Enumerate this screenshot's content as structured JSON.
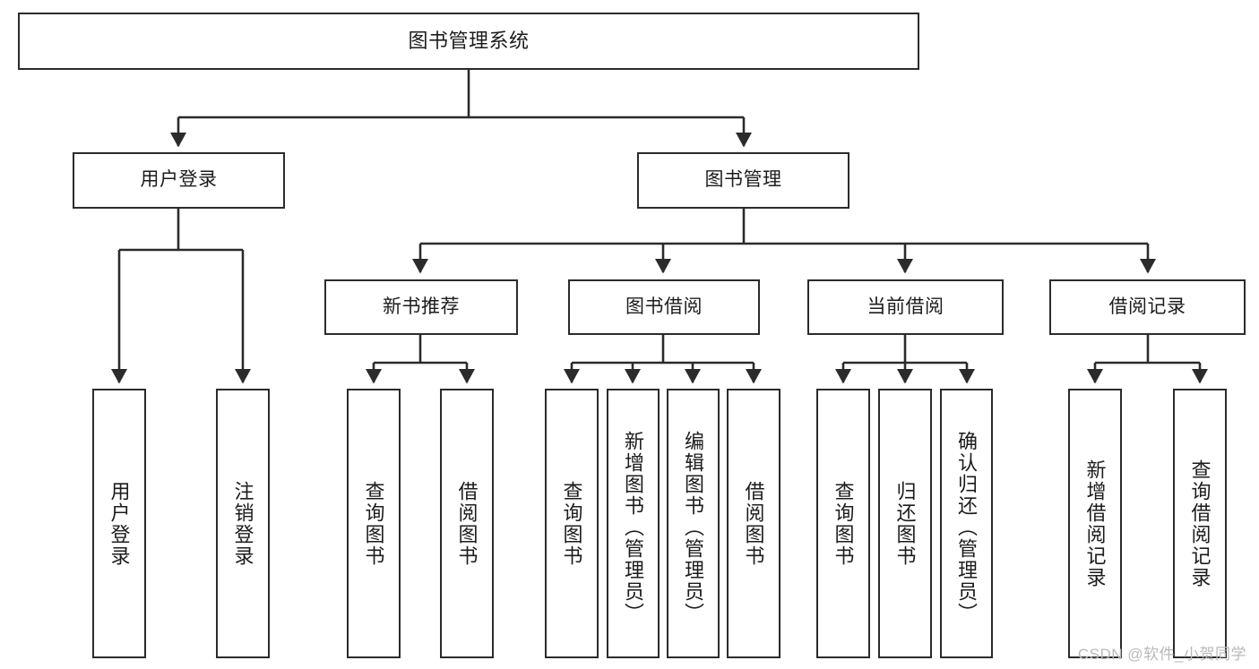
{
  "diagram": {
    "title": "图书管理系统",
    "type": "tree",
    "levels": {
      "root": {
        "id": "root",
        "label": "图书管理系统"
      },
      "level2": [
        {
          "id": "user-login",
          "label": "用户登录"
        },
        {
          "id": "book-manage",
          "label": "图书管理"
        }
      ],
      "level3": [
        {
          "id": "new-book-rec",
          "label": "新书推荐",
          "parent": "book-manage"
        },
        {
          "id": "book-borrow",
          "label": "图书借阅",
          "parent": "book-manage"
        },
        {
          "id": "current-borrow",
          "label": "当前借阅",
          "parent": "book-manage"
        },
        {
          "id": "borrow-record",
          "label": "借阅记录",
          "parent": "book-manage"
        }
      ],
      "leaves": [
        {
          "id": "leaf-user-login",
          "label": "用户登录",
          "parent": "user-login"
        },
        {
          "id": "leaf-user-logout",
          "label": "注销登录",
          "parent": "user-login"
        },
        {
          "id": "leaf-query-book-1",
          "label": "查询图书",
          "parent": "new-book-rec"
        },
        {
          "id": "leaf-borrow-book-1",
          "label": "借阅图书",
          "parent": "new-book-rec"
        },
        {
          "id": "leaf-query-book-2",
          "label": "查询图书",
          "parent": "book-borrow"
        },
        {
          "id": "leaf-add-book",
          "label": "新增图书（管理员）",
          "parent": "book-borrow"
        },
        {
          "id": "leaf-edit-book",
          "label": "编辑图书（管理员）",
          "parent": "book-borrow"
        },
        {
          "id": "leaf-borrow-book-2",
          "label": "借阅图书",
          "parent": "book-borrow"
        },
        {
          "id": "leaf-query-book-3",
          "label": "查询图书",
          "parent": "current-borrow"
        },
        {
          "id": "leaf-return-book",
          "label": "归还图书",
          "parent": "current-borrow"
        },
        {
          "id": "leaf-confirm-return",
          "label": "确认归还（管理员）",
          "parent": "current-borrow"
        },
        {
          "id": "leaf-add-record",
          "label": "新增借阅记录",
          "parent": "borrow-record"
        },
        {
          "id": "leaf-query-record",
          "label": "查询借阅记录",
          "parent": "borrow-record"
        }
      ]
    },
    "colors": {
      "stroke": "#2b2b2b",
      "fill": "#ffffff",
      "text": "#1c1c1c",
      "watermark": "#b9b9b9"
    }
  },
  "watermark": {
    "text": "CSDN @软件_小贺同学"
  }
}
